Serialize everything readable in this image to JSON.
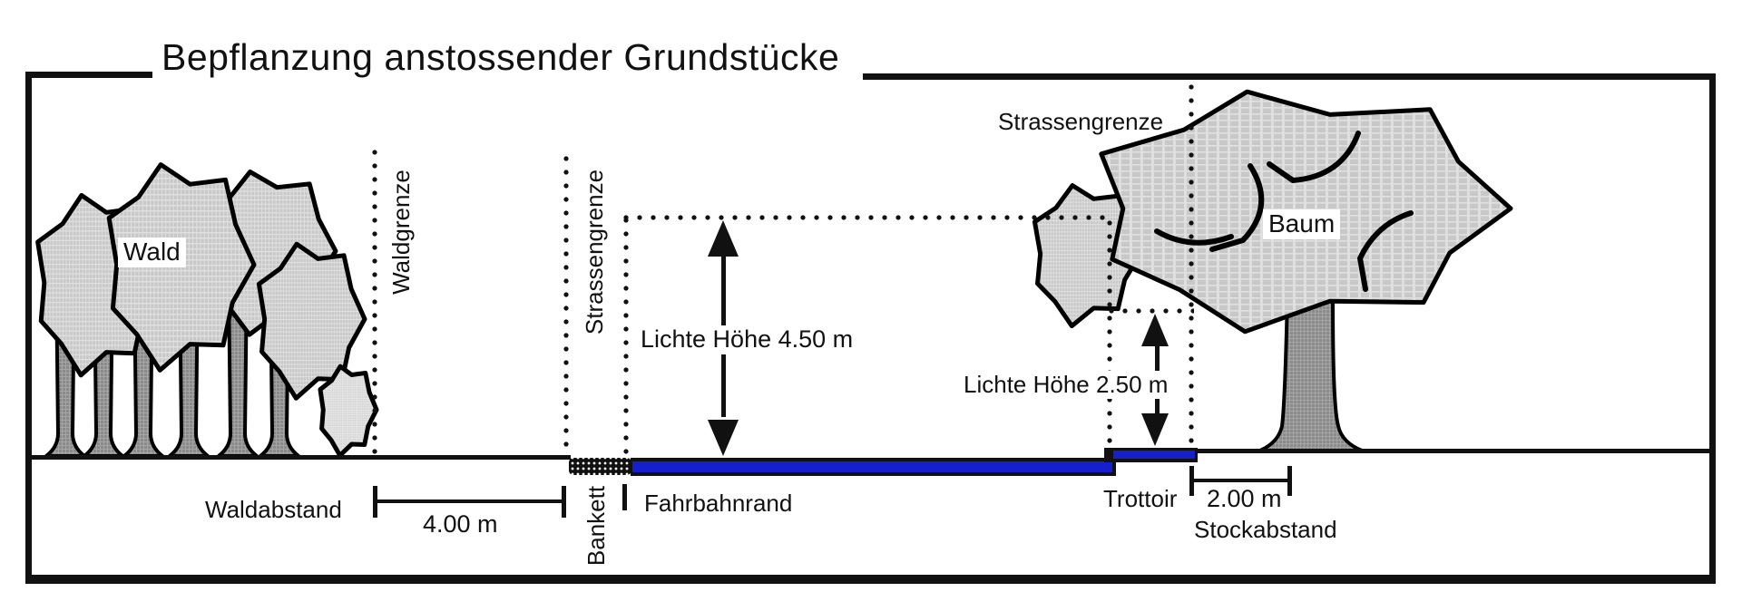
{
  "title": "Bepflanzung anstossender Grundstücke",
  "forest": {
    "label": "Wald",
    "boundary_label": "Waldgrenze",
    "distance_label": "Waldabstand",
    "distance_value": "4.00 m"
  },
  "road": {
    "boundary_left_label": "Strassengrenze",
    "shoulder_label": "Bankett",
    "edge_label": "Fahrbahnrand",
    "clearance_label": "Lichte Höhe 4.50 m"
  },
  "sidewalk": {
    "label": "Trottoir",
    "clearance_label": "Lichte Höhe 2.50 m",
    "boundary_right_label": "Strassengrenze"
  },
  "tree": {
    "label": "Baum",
    "distance_label": "Stockabstand",
    "distance_value": "2.00 m"
  },
  "colors": {
    "ink": "#111111",
    "road_blue": "#1520cc",
    "canopy_gray": "#c8c8c8",
    "trunk_gray": "#8a8a8a",
    "bush_gray": "#d4d4d4"
  }
}
